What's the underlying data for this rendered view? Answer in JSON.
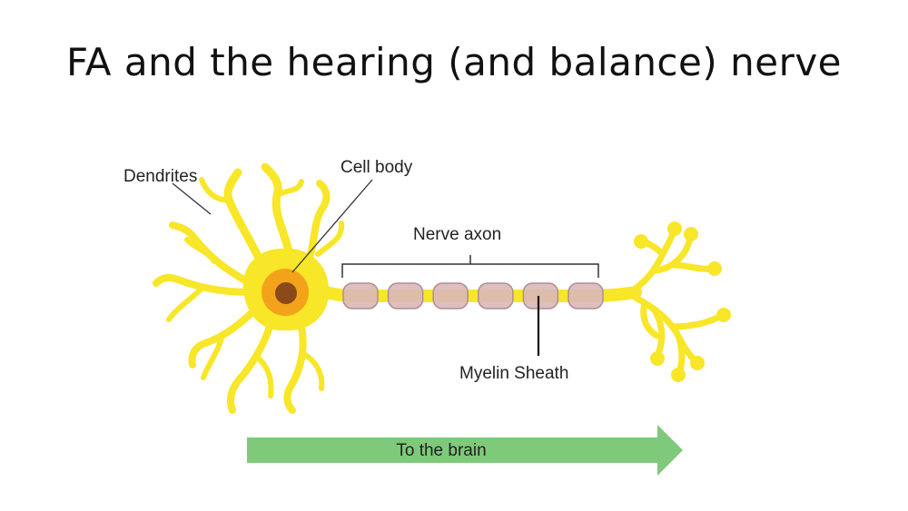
{
  "slide": {
    "title": "FA and the hearing (and balance) nerve"
  },
  "diagram": {
    "labels": {
      "dendrites": "Dendrites",
      "cell_body": "Cell body",
      "nerve_axon": "Nerve axon",
      "myelin_sheath": "Myelin Sheath",
      "arrow": "To the brain"
    },
    "colors": {
      "neuron": "#f8e628",
      "neuron_outline": "#c9b800",
      "nucleus_ring": "#f3a21c",
      "nucleus": "#8b4a1a",
      "myelin": "#d9b8b8",
      "myelin_outline": "#b08e90",
      "arrow": "#7fc97b"
    },
    "myelin_segment_count": 6
  }
}
